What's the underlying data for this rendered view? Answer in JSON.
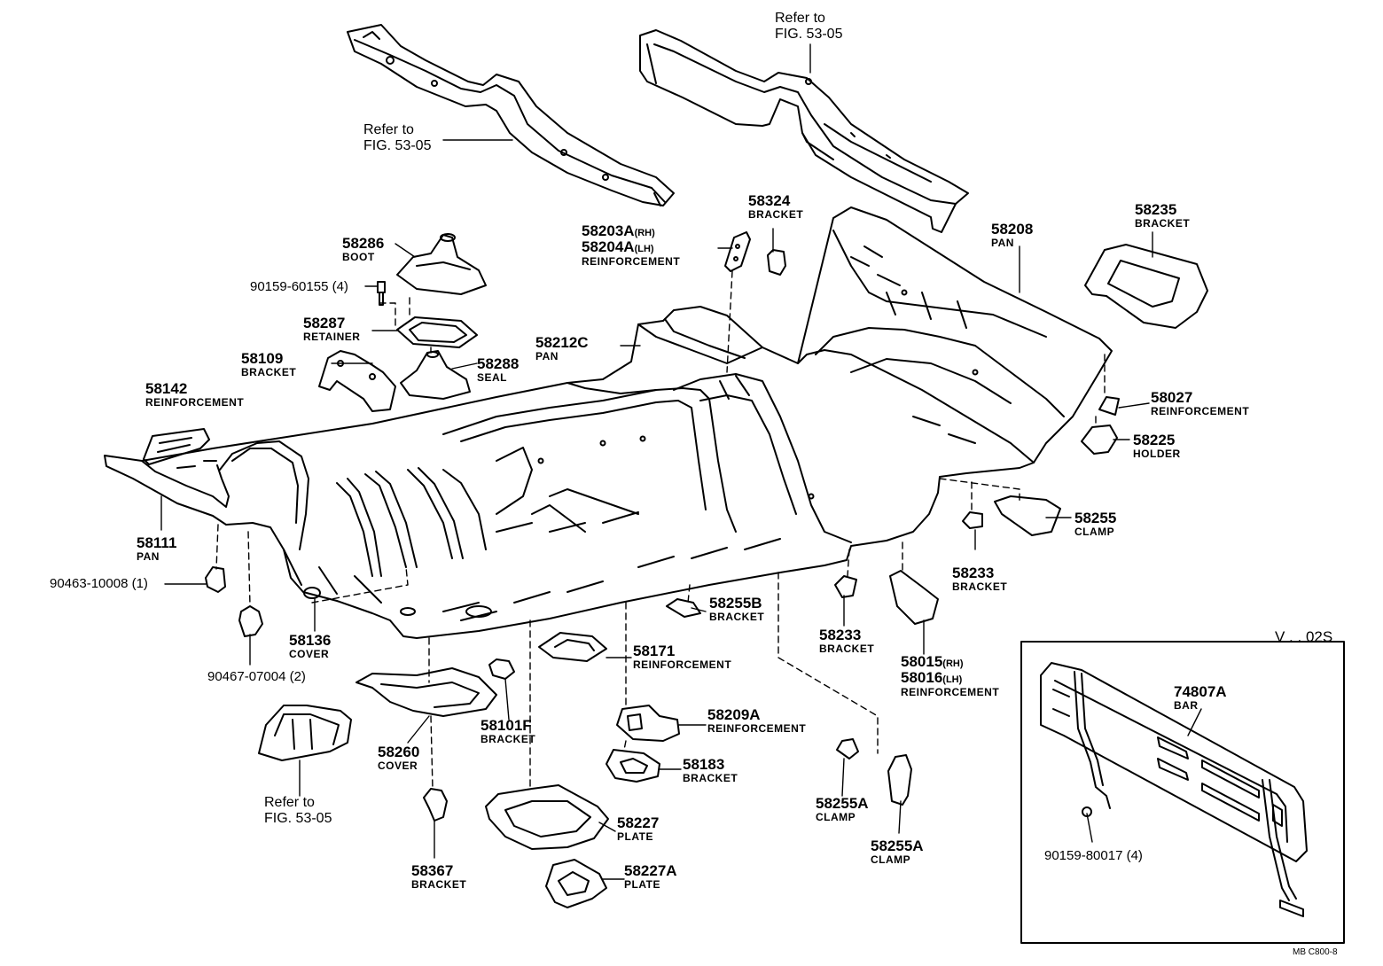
{
  "refs": {
    "ref_top_left": [
      "Refer to",
      "FIG. 53-05"
    ],
    "ref_top_right": [
      "Refer to",
      "FIG. 53-05"
    ],
    "ref_bottom": [
      "Refer to",
      "FIG. 53-05"
    ]
  },
  "parts": {
    "p58324": {
      "number": "58324",
      "name": "BRACKET"
    },
    "p58203": {
      "number": "58203A",
      "suffix": "(RH)"
    },
    "p58204": {
      "number": "58204A",
      "suffix": "(LH)",
      "name": "REINFORCEMENT"
    },
    "p58286": {
      "number": "58286",
      "name": "BOOT"
    },
    "p90159_60155": {
      "number": "90159-60155 (4)"
    },
    "p58287": {
      "number": "58287",
      "name": "RETAINER"
    },
    "p58109": {
      "number": "58109",
      "name": "BRACKET"
    },
    "p58288": {
      "number": "58288",
      "name": "SEAL"
    },
    "p58212C": {
      "number": "58212C",
      "name": "PAN"
    },
    "p58142": {
      "number": "58142",
      "name": "REINFORCEMENT"
    },
    "p58208": {
      "number": "58208",
      "name": "PAN"
    },
    "p58235": {
      "number": "58235",
      "name": "BRACKET"
    },
    "p58027": {
      "number": "58027",
      "name": "REINFORCEMENT"
    },
    "p58225": {
      "number": "58225",
      "name": "HOLDER"
    },
    "p58255": {
      "number": "58255",
      "name": "CLAMP"
    },
    "p58233a": {
      "number": "58233",
      "name": "BRACKET"
    },
    "p58111": {
      "number": "58111",
      "name": "PAN"
    },
    "p90463": {
      "number": "90463-10008 (1)"
    },
    "p58136": {
      "number": "58136",
      "name": "COVER"
    },
    "p90467": {
      "number": "90467-07004 (2)"
    },
    "p58255B": {
      "number": "58255B",
      "name": "BRACKET"
    },
    "p58171": {
      "number": "58171",
      "name": "REINFORCEMENT"
    },
    "p58233b": {
      "number": "58233",
      "name": "BRACKET"
    },
    "p58015": {
      "number": "58015",
      "suffix": "(RH)"
    },
    "p58016": {
      "number": "58016",
      "suffix": "(LH)",
      "name": "REINFORCEMENT"
    },
    "p58260": {
      "number": "58260",
      "name": "COVER"
    },
    "p58101F": {
      "number": "58101F",
      "name": "BRACKET"
    },
    "p58209A": {
      "number": "58209A",
      "name": "REINFORCEMENT"
    },
    "p58183": {
      "number": "58183",
      "name": "BRACKET"
    },
    "p58227": {
      "number": "58227",
      "name": "PLATE"
    },
    "p58367": {
      "number": "58367",
      "name": "BRACKET"
    },
    "p58227A": {
      "number": "58227A",
      "name": "PLATE"
    },
    "p58255A1": {
      "number": "58255A",
      "name": "CLAMP"
    },
    "p58255A2": {
      "number": "58255A",
      "name": "CLAMP"
    }
  },
  "inset": {
    "tag": "V . . 02S",
    "bar": {
      "number": "74807A",
      "name": "BAR"
    },
    "bolt": {
      "number": "90159-80017 (4)"
    }
  },
  "footer": {
    "code": "MB  C800-8"
  },
  "colors": {
    "ink": "#000000",
    "paper": "#ffffff"
  }
}
